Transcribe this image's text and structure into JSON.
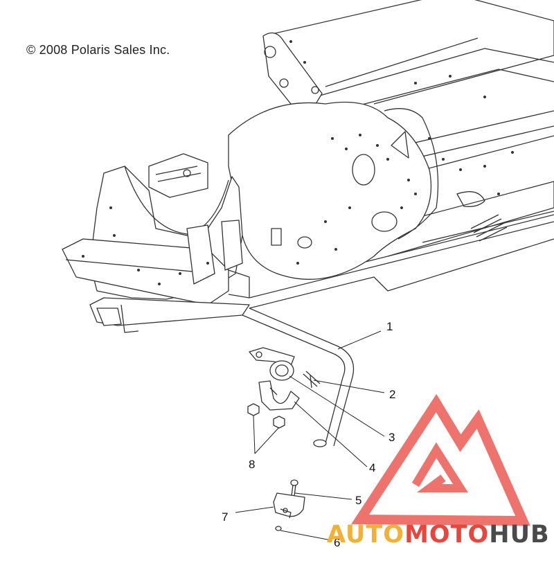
{
  "copyright": "© 2008 Polaris Sales Inc.",
  "callouts": {
    "c1": "1",
    "c2": "2",
    "c3": "3",
    "c4": "4",
    "c5": "5",
    "c6": "6",
    "c7": "7",
    "c8": "8"
  },
  "watermark": {
    "part1": "AUTO",
    "part2": "MOTO",
    "part3": "HUB",
    "colors": {
      "part1": "#f2b134",
      "part2": "#e8453c",
      "part3": "#4a4a4a",
      "logo": "#e8453c"
    }
  },
  "icons": [
    "snowmobile-chassis-diagram",
    "automotohub-logo-icon"
  ]
}
